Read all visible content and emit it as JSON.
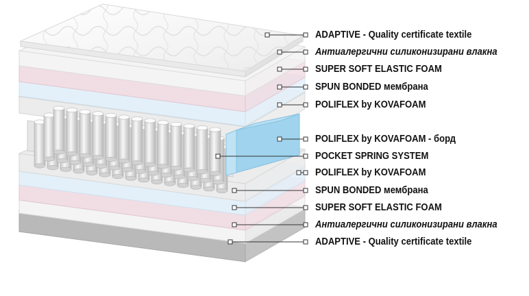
{
  "colors": {
    "textile": "#f7f7f7",
    "pink_foam": "#f1dde4",
    "blue_membrane": "#e3f0fa",
    "poliflex": "#ececec",
    "edge_foam": "#9fd3ee",
    "bottom_textile": "#b9b9b9",
    "label_text": "#111111",
    "leader_line": "#333333"
  },
  "labels": [
    {
      "text": "ADAPTIVE - Quality certificate textile"
    },
    {
      "text": "Антиалергични силиконизирани влакна"
    },
    {
      "text": "SUPER SOFT ELASTIC FOAM"
    },
    {
      "text": "SPUN BONDED мембрана"
    },
    {
      "text": "POLIFLEX by KOVAFOAM"
    },
    {
      "text": "POLIFLEX by KOVAFOAM - борд"
    },
    {
      "text": "POCKET SPRING SYSTEM"
    },
    {
      "text": "POLIFLEX by KOVAFOAM"
    },
    {
      "text": "SPUN BONDED мембрана"
    },
    {
      "text": "SUPER SOFT ELASTIC FOAM"
    },
    {
      "text": "Антиалергични силиконизирани влакна"
    },
    {
      "text": "ADAPTIVE - Quality certificate textile"
    }
  ]
}
